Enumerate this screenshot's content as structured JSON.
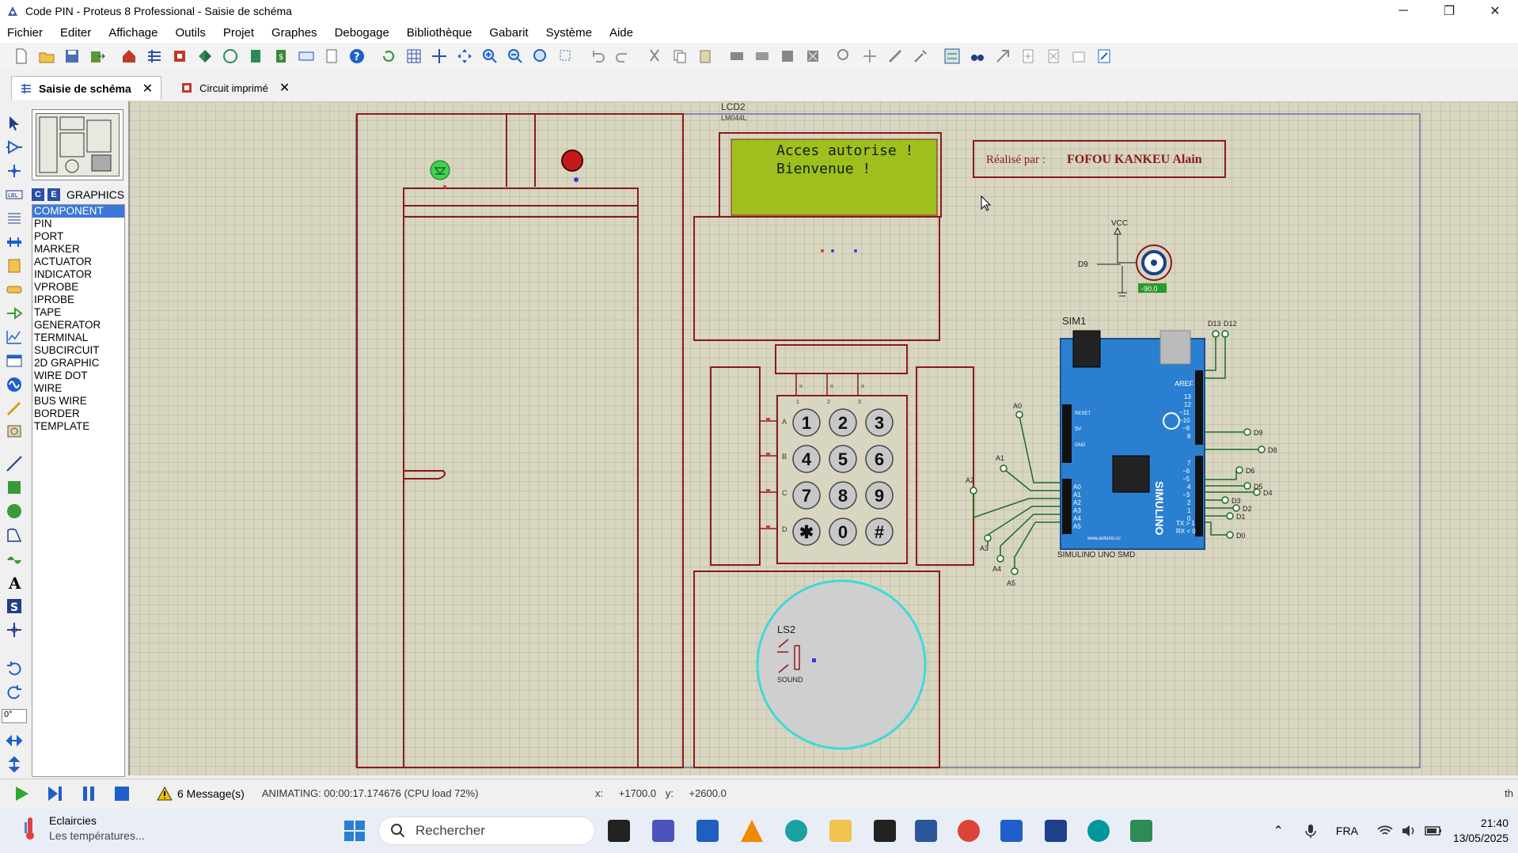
{
  "window": {
    "title": "Code PIN - Proteus 8 Professional - Saisie de schéma"
  },
  "menu": [
    "Fichier",
    "Editer",
    "Affichage",
    "Outils",
    "Projet",
    "Graphes",
    "Debogage",
    "Bibliothèque",
    "Gabarit",
    "Système",
    "Aide"
  ],
  "tabs": [
    {
      "label": "Saisie de schéma",
      "close": "✕"
    },
    {
      "label": "Circuit imprimé",
      "close": "✕"
    }
  ],
  "device_panel": {
    "header_c": "C",
    "header_e": "E",
    "header_label": "GRAPHICS",
    "items": [
      "COMPONENT",
      "PIN",
      "PORT",
      "MARKER",
      "ACTUATOR",
      "INDICATOR",
      "VPROBE",
      "IPROBE",
      "TAPE",
      "GENERATOR",
      "TERMINAL",
      "SUBCIRCUIT",
      "2D GRAPHIC",
      "WIRE DOT",
      "WIRE",
      "BUS WIRE",
      "BORDER",
      "TEMPLATE"
    ],
    "selected_index": 0
  },
  "rotation_field": "0°",
  "schematic": {
    "lcd_label": "LCD2",
    "lcd_model": "LM044L",
    "lcd_line1": "Acces autorise !",
    "lcd_line2": "Bienvenue !",
    "credit_prefix": "Réalisé par :",
    "credit_name": "FOFOU KANKEU Alain",
    "servo_vcc": "VCC",
    "servo_pin": "D9",
    "servo_angle": "-90.0",
    "sim_label": "SIM1",
    "board_name": "SIMULINO UNO SMD",
    "board_brand": "SIMULINO",
    "board_url": "www.arduino.cc",
    "board_aref": "AREF",
    "board_side_labels": [
      "RESET",
      "5V",
      "GND"
    ],
    "board_tx": "TX > 1",
    "board_rx": "RX < 0",
    "speaker_label": "LS2",
    "speaker_sub": "SOUND",
    "keypad_rows": [
      "A",
      "B",
      "C",
      "D"
    ],
    "keypad_cols": [
      "1",
      "2",
      "3"
    ],
    "keypad_keys": [
      "1",
      "2",
      "3",
      "4",
      "5",
      "6",
      "7",
      "8",
      "9",
      "✱",
      "0",
      "#"
    ],
    "analog_pins": [
      "A0",
      "A1",
      "A2",
      "A3",
      "A4",
      "A5"
    ],
    "digital_right": [
      "D13",
      "D12",
      "D9",
      "D8",
      "D6",
      "D5",
      "D4",
      "D3",
      "D2",
      "D1",
      "D0"
    ],
    "header_numbers": [
      "13",
      "12",
      "~11",
      "~10",
      "~9",
      "8",
      "7",
      "~6",
      "~5",
      "4",
      "~3",
      "2",
      "1",
      "0"
    ]
  },
  "status": {
    "messages": "6 Message(s)",
    "animating": "ANIMATING: 00:00:17.174676 (CPU load 72%)",
    "x_label": "x:",
    "x_value": "+1700.0",
    "y_label": "y:",
    "y_value": "+2600.0",
    "right_text": "th"
  },
  "taskbar": {
    "weather_title": "Eclaircies",
    "weather_sub": "Les températures...",
    "search_placeholder": "Rechercher",
    "lang": "FRA",
    "time": "21:40",
    "date": "13/05/2025"
  },
  "colors": {
    "canvas": "#d8d6c0",
    "wire": "#8b1a1a",
    "lcd_screen": "#9fbf1f",
    "board": "#2a7fd1",
    "speaker_ring": "#3fd9d9",
    "selection": "#3b78d8"
  }
}
